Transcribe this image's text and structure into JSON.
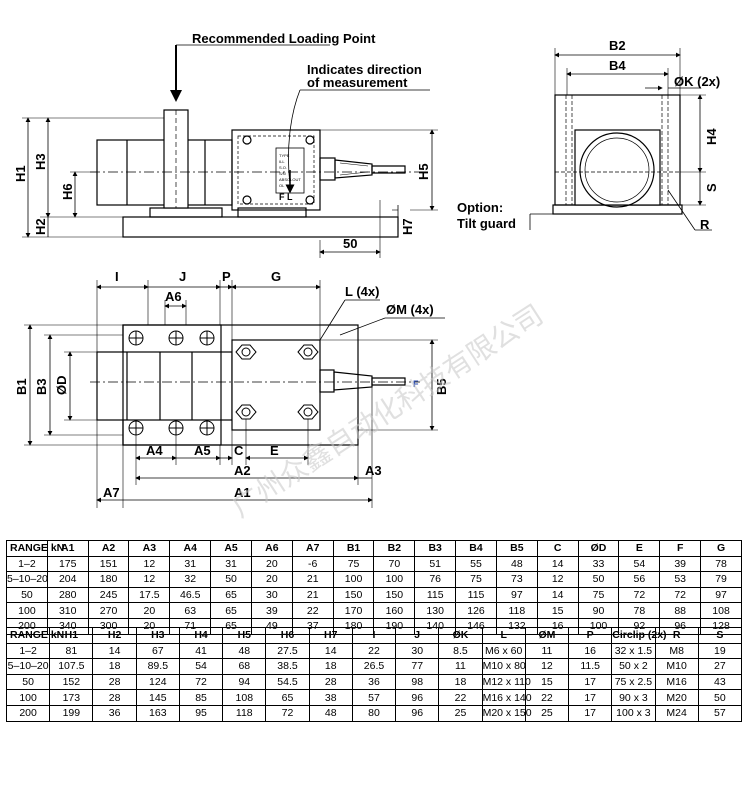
{
  "labels": {
    "recommended_loading_point": "Recommended Loading Point",
    "indicates_direction_1": "Indicates direction",
    "indicates_direction_2": "of measurement",
    "option_1": "Option:",
    "option_2": "Tilt guard",
    "side": {
      "H1": "H1",
      "H3": "H3",
      "H6": "H6",
      "H2": "H2",
      "H5": "H5",
      "H7": "H7",
      "d50": "50"
    },
    "end": {
      "B2": "B2",
      "B4": "B4",
      "K": "ØK (2x)",
      "H4": "H4",
      "S": "S",
      "R": "R"
    },
    "top": {
      "I": "I",
      "J": "J",
      "P": "P",
      "G": "G",
      "A6": "A6",
      "L": "L (4x)",
      "M": "ØM (4x)",
      "B1": "B1",
      "B3": "B3",
      "D": "ØD",
      "B5": "B5",
      "F": "F",
      "A4": "A4",
      "A5": "A5",
      "C": "C",
      "E": "E",
      "A2": "A2",
      "A3": "A3",
      "A7": "A7",
      "A1": "A1"
    },
    "nameplate": [
      "TYPE",
      "ILL",
      "S.O.",
      "S/N",
      "ABSOLOUT",
      "OL"
    ],
    "arrow_mark": "F",
    "arrow_mark2": "F L"
  },
  "watermark": "广州众鑫自动化科技有限公司",
  "table_a": {
    "headers": [
      "RANGE kN",
      "A1",
      "A2",
      "A3",
      "A4",
      "A5",
      "A6",
      "A7",
      "B1",
      "B2",
      "B3",
      "B4",
      "B5",
      "C",
      "ØD",
      "E",
      "F",
      "G"
    ],
    "rows": [
      [
        "1–2",
        "175",
        "151",
        "12",
        "31",
        "31",
        "20",
        "-6",
        "75",
        "70",
        "51",
        "55",
        "48",
        "14",
        "33",
        "54",
        "39",
        "78"
      ],
      [
        "5–10–20",
        "204",
        "180",
        "12",
        "32",
        "50",
        "20",
        "21",
        "100",
        "100",
        "76",
        "75",
        "73",
        "12",
        "50",
        "56",
        "53",
        "79"
      ],
      [
        "50",
        "280",
        "245",
        "17.5",
        "46.5",
        "65",
        "30",
        "21",
        "150",
        "150",
        "115",
        "115",
        "97",
        "14",
        "75",
        "72",
        "72",
        "97"
      ],
      [
        "100",
        "310",
        "270",
        "20",
        "63",
        "65",
        "39",
        "22",
        "170",
        "160",
        "130",
        "126",
        "118",
        "15",
        "90",
        "78",
        "88",
        "108"
      ],
      [
        "200",
        "340",
        "300",
        "20",
        "71",
        "65",
        "49",
        "37",
        "180",
        "190",
        "140",
        "146",
        "132",
        "16",
        "100",
        "92",
        "96",
        "128"
      ]
    ]
  },
  "table_b": {
    "headers": [
      "RANGE kN",
      "H1",
      "H2",
      "H3",
      "H4",
      "H5",
      "H6",
      "H7",
      "I",
      "J",
      "ØK",
      "L",
      "ØM",
      "P",
      "Circlip (2x)",
      "R",
      "S"
    ],
    "rows": [
      [
        "1–2",
        "81",
        "14",
        "67",
        "41",
        "48",
        "27.5",
        "14",
        "22",
        "30",
        "8.5",
        "M6 x 60",
        "11",
        "16",
        "32 x 1.5",
        "M8",
        "19"
      ],
      [
        "5–10–20",
        "107.5",
        "18",
        "89.5",
        "54",
        "68",
        "38.5",
        "18",
        "26.5",
        "77",
        "11",
        "M10 x 80",
        "12",
        "11.5",
        "50 x 2",
        "M10",
        "27"
      ],
      [
        "50",
        "152",
        "28",
        "124",
        "72",
        "94",
        "54.5",
        "28",
        "36",
        "98",
        "18",
        "M12 x 110",
        "15",
        "17",
        "75 x 2.5",
        "M16",
        "43"
      ],
      [
        "100",
        "173",
        "28",
        "145",
        "85",
        "108",
        "65",
        "38",
        "57",
        "96",
        "22",
        "M16 x 140",
        "22",
        "17",
        "90 x 3",
        "M20",
        "50"
      ],
      [
        "200",
        "199",
        "36",
        "163",
        "95",
        "118",
        "72",
        "48",
        "80",
        "96",
        "25",
        "M20 x 150",
        "25",
        "17",
        "100 x 3",
        "M24",
        "57"
      ]
    ]
  }
}
